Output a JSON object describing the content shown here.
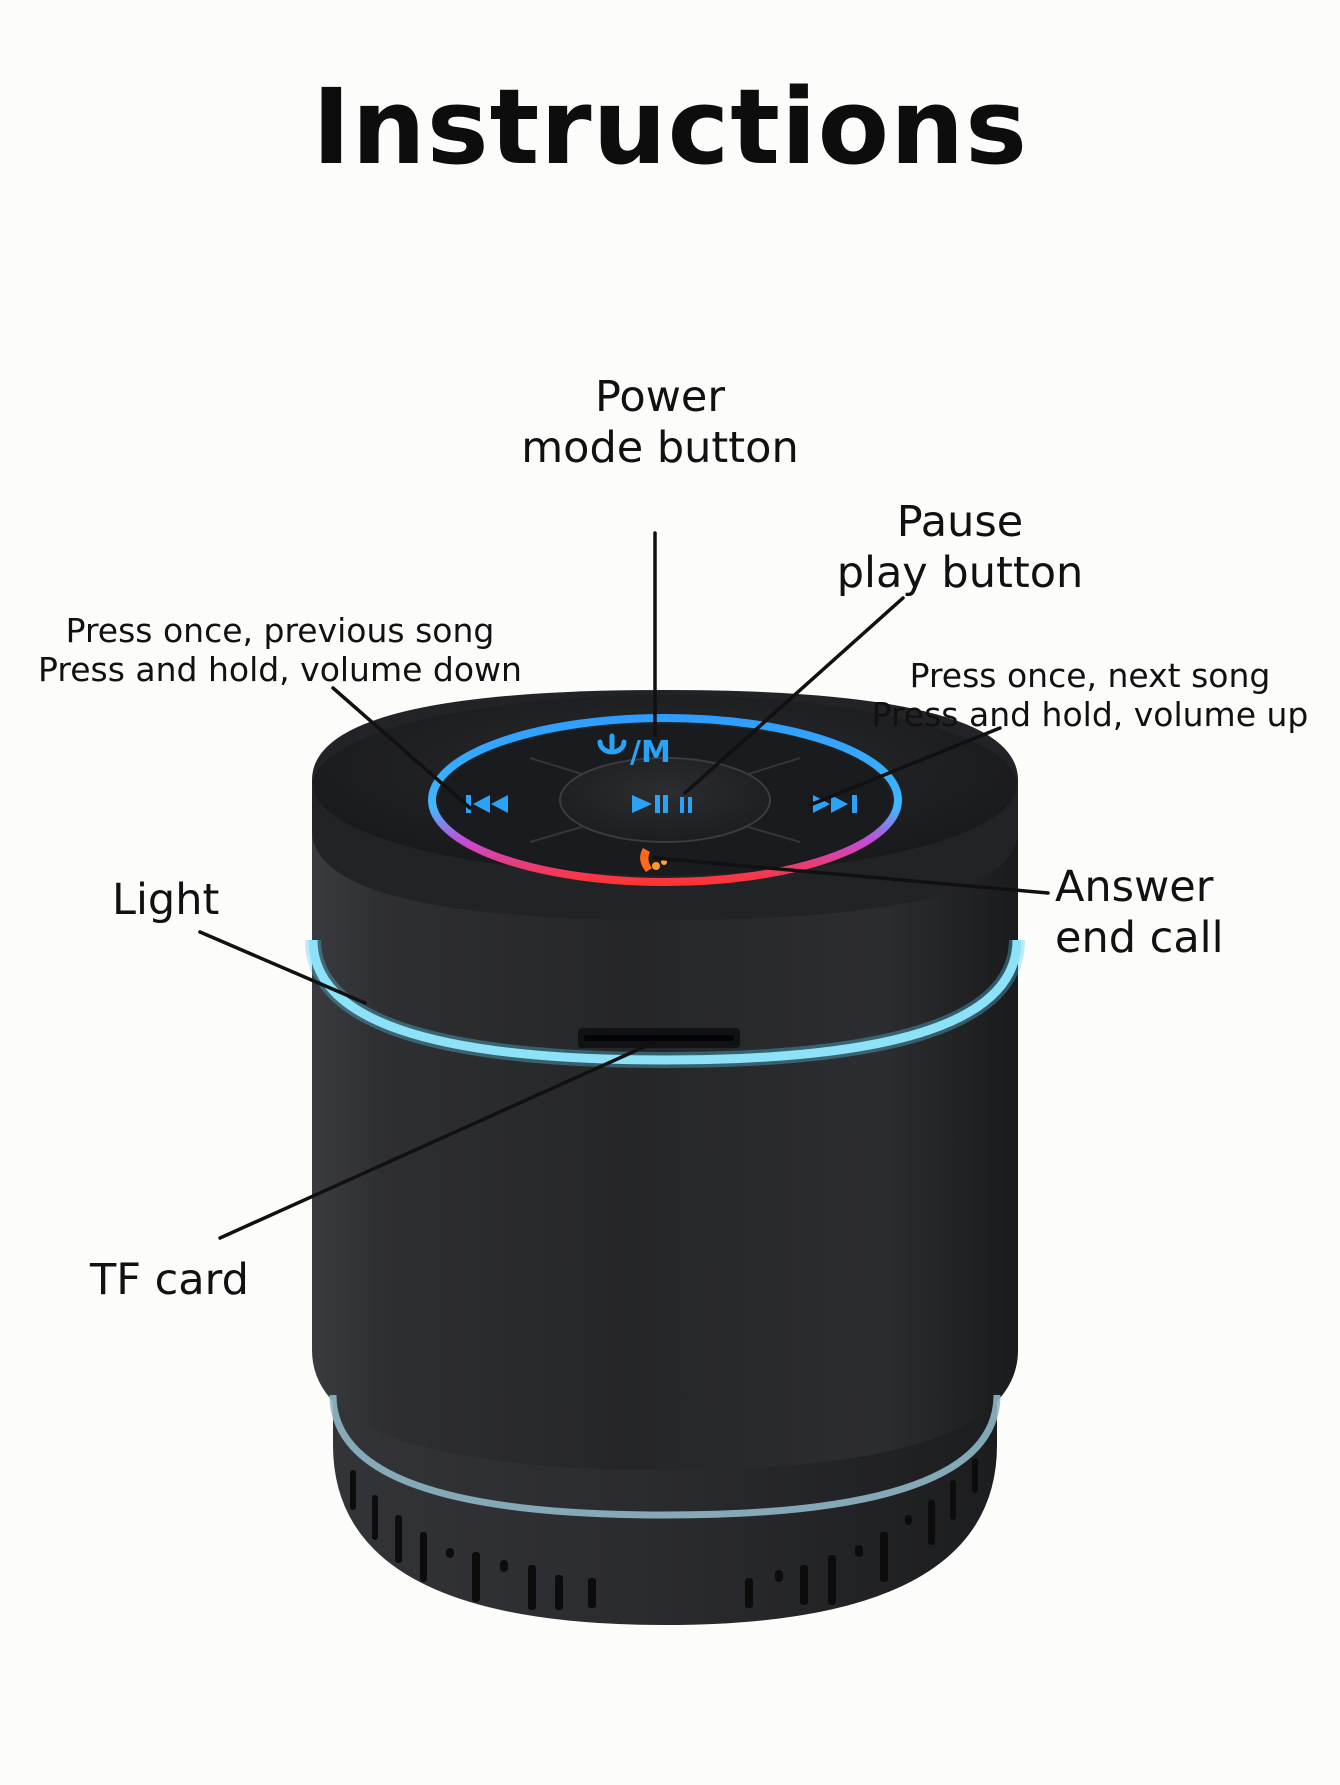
{
  "title": "Instructions",
  "labels": {
    "power": {
      "line1": "Power",
      "line2": "mode button"
    },
    "pause": {
      "line1": "Pause",
      "line2": "play button"
    },
    "prev": {
      "line1": "Press once, previous song",
      "line2": "Press and hold, volume down"
    },
    "next": {
      "line1": "Press once, next song",
      "line2": "Press and hold, volume up"
    },
    "answer": {
      "line1": "Answer",
      "line2": "end call"
    },
    "light": {
      "line1": "Light"
    },
    "tf": {
      "line1": "TF card"
    }
  },
  "device": {
    "power_icon_text": "/M",
    "colors": {
      "body": "#2a2b2d",
      "top": "#1d1e20",
      "light_ring": "#7fd6f0",
      "bottom_ring": "#8fb7c5",
      "ring_blue": "#2fa6ff",
      "ring_red": "#ff3a3a",
      "icon_blue": "#2aa2f5",
      "phone_orange": "#ff6a1a"
    }
  }
}
